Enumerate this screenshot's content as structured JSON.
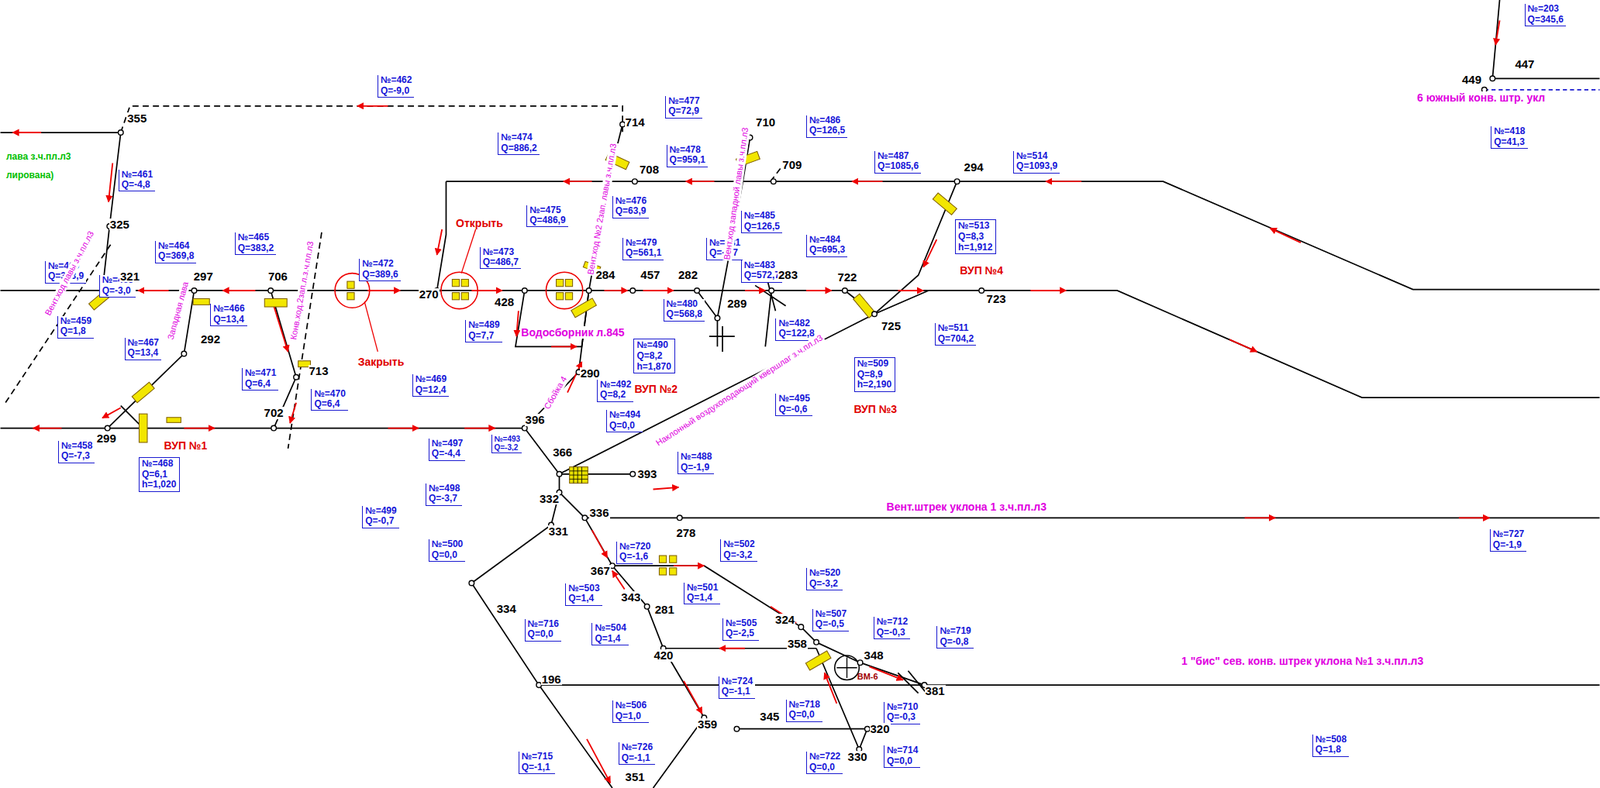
{
  "diagram": {
    "nodes": [
      {
        "text": [
          "№=513 Q=8,3 h=1,912"
        ]
      },
      {
        "text": [
          "№=490 Q=8,2 h=1,870"
        ]
      },
      {
        "text": [
          "№=509 Q=8,9 h=2,190"
        ]
      },
      {
        "text": [
          "№=468 Q=6,1 h=1,020"
        ]
      }
    ],
    "labels": [
      "№=462 Q=-9,0",
      "№=461 Q=-4,8",
      "№=460 Q=373,9",
      "№=463 Q=-3,0",
      "№=459 Q=1,8",
      "№=464 Q=369,8",
      "№=465 Q=383,2",
      "№=466 Q=13,4",
      "№=467 Q=13,4",
      "№=472 Q=389,6",
      "№=471 Q=6,4",
      "№=470 Q=6,4",
      "№=469 Q=12,4",
      "№=458 Q=-7,3",
      "№=474 Q=886,2",
      "№=475 Q=486,9",
      "№=473 Q=486,7",
      "№=489 Q=7,7",
      "№=477 Q=72,9",
      "№=478 Q=959,1",
      "№=476 Q=63,9",
      "№=479 Q=561,1",
      "№=480 Q=568,8",
      "№=481 Q=-3,7",
      "№=486 Q=126,5",
      "№=485 Q=126,5",
      "№=483 Q=572,7",
      "№=482 Q=122,8",
      "№=484 Q=695,3",
      "№=487 Q=1085,6",
      "№=514 Q=1093,9",
      "№=511 Q=704,2",
      "№=492 Q=8,2",
      "№=495 Q=-0,6",
      "№=494 Q=0,0",
      "№=493 Q=-3,2",
      "№=497 Q=-4,4",
      "№=498 Q=-3,7",
      "№=499 Q=-0,7",
      "№=488 Q=-1,9",
      "№=500 Q=0,0",
      "№=720 Q=-1,6",
      "№=502 Q=-3,2",
      "№=503 Q=1,4",
      "№=501 Q=1,4",
      "№=504 Q=1,4",
      "№=505 Q=-2,5",
      "№=520 Q=-3,2",
      "№=507 Q=-0,5",
      "№=712 Q=-0,3",
      "№=719 Q=-0,8",
      "№=716 Q=0,0",
      "№=724 Q=-1,1",
      "№=506 Q=1,0",
      "№=718 Q=0,0",
      "№=710 Q=-0,3",
      "№=722 Q=0,0",
      "№=714 Q=0,0",
      "№=715 Q=-1,1",
      "№=726 Q=-1,1",
      "№=508 Q=1,8",
      "№=727 Q=-1,9",
      "№=418 Q=41,3",
      "№=203 Q=345,6",
      "355",
      "325",
      "321",
      "297",
      "706",
      "292",
      "713",
      "299",
      "702",
      "270",
      "428",
      "284",
      "457",
      "282",
      "289",
      "283",
      "722",
      "723",
      "725",
      "714",
      "708",
      "710",
      "709",
      "294",
      "290",
      "396",
      "366",
      "393",
      "332",
      "336",
      "331",
      "278",
      "367",
      "343",
      "281",
      "334",
      "420",
      "324",
      "358",
      "348",
      "381",
      "196",
      "359",
      "345",
      "320",
      "330",
      "351",
      "447",
      "449",
      "Открыть",
      "Закрыть",
      "ВУП №1",
      "ВУП №2",
      "ВУП №3",
      "ВУП №4",
      "Водосборник л.845",
      "6 южный конв. штр. укл",
      "Вент.штрек уклона 1 з.ч.пл.л3",
      "1 \"бис\" сев. конв. штрек уклона №1 з.ч.пл.л3",
      "Наклонный воздухоподающий квершлаг з.ч.пл.л3",
      "Вент.ход №2 2зап. лавы з.ч.пл.л3",
      "Вент.ход западной лавы з.ч.пл.л3",
      "Конв.ход.2зап.л.з.ч.пл.л3",
      "Вент.ход лавы з.ч.пл.л3",
      "Западная лава",
      "Сбойка 4",
      "лава з.ч.пл.л3",
      "лирована)",
      "ВМ-6"
    ]
  }
}
